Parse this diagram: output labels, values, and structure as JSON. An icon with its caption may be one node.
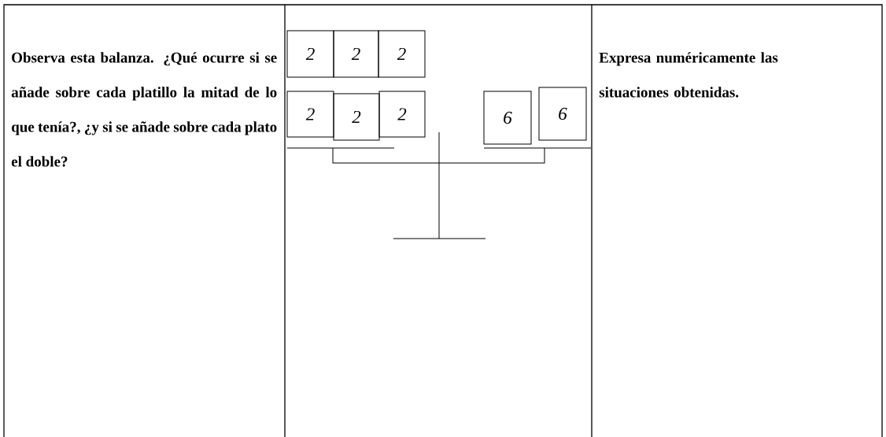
{
  "diagram": {
    "nodes": [
      {
        "text": [
          "2"
        ]
      },
      {
        "text": [
          "2"
        ]
      },
      {
        "text": [
          "2"
        ]
      },
      {
        "text": [
          "2"
        ]
      },
      {
        "text": [
          "2"
        ]
      },
      {
        "text": [
          "2"
        ]
      },
      {
        "text": [
          "6"
        ]
      },
      {
        "text": [
          "6"
        ]
      }
    ],
    "labels": [
      "Observa esta balanza. ¿Qué ocurre si se añade sobre cada platillo la mitad de lo que tenía?, ¿y si se añade sobre cada plato el doble?",
      "Expresa numéricamente las situaciones obtenidas."
    ]
  }
}
